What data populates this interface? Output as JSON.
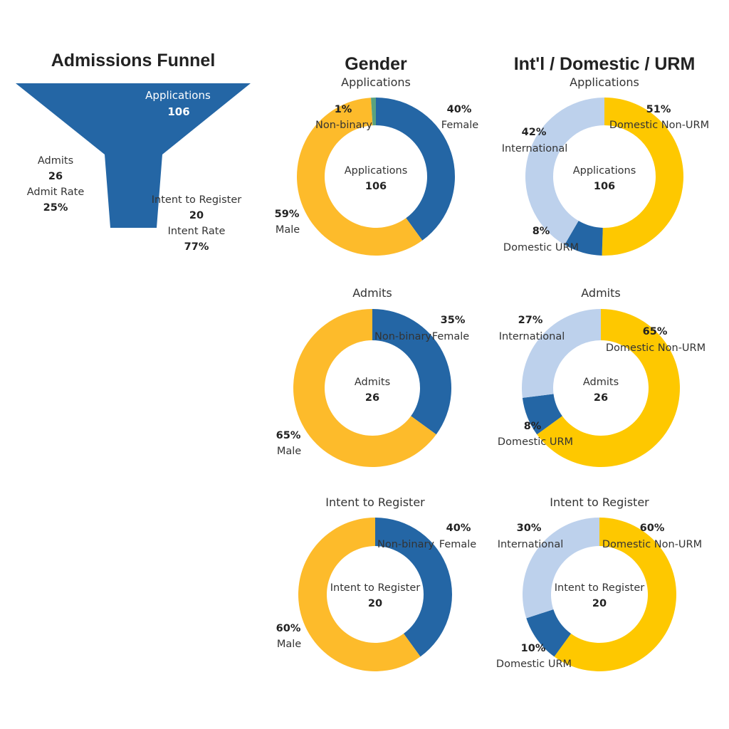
{
  "colors": {
    "blue": "#2466a5",
    "gold": "#fdbb2b",
    "yellow": "#fec800",
    "lightblue": "#bdd1ec",
    "teal": "#5aa27f",
    "text": "#333333"
  },
  "headings": {
    "funnel": "Admissions Funnel",
    "gender": "Gender",
    "intl": "Int'l / Domestic / URM"
  },
  "chart_data": [
    {
      "type": "funnel",
      "title": "Admissions Funnel",
      "stages": [
        {
          "name": "Applications",
          "value": 106
        },
        {
          "name": "Admits",
          "value": 26,
          "rate_label": "Admit Rate",
          "rate": "25%"
        },
        {
          "name": "Intent to Register",
          "value": 20,
          "rate_label": "Intent Rate",
          "rate": "77%"
        }
      ]
    },
    {
      "type": "pie",
      "group": "Gender",
      "title": "Applications",
      "center_label": "Applications",
      "center_value": "106",
      "slices": [
        {
          "name": "Female",
          "value": 40,
          "label": "40%",
          "color": "blue"
        },
        {
          "name": "Male",
          "value": 59,
          "label": "59%",
          "color": "gold"
        },
        {
          "name": "Non-binary",
          "value": 1,
          "label": "1%",
          "color": "teal"
        }
      ]
    },
    {
      "type": "pie",
      "group": "Int'l / Domestic / URM",
      "title": "Applications",
      "center_label": "Applications",
      "center_value": "106",
      "slices": [
        {
          "name": "Domestic Non-URM",
          "value": 51,
          "label": "51%",
          "color": "yellow"
        },
        {
          "name": "Domestic URM",
          "value": 8,
          "label": "8%",
          "color": "blue"
        },
        {
          "name": "International",
          "value": 42,
          "label": "42%",
          "color": "lightblue"
        }
      ]
    },
    {
      "type": "pie",
      "group": "Gender",
      "title": "Admits",
      "center_label": "Admits",
      "center_value": "26",
      "slices": [
        {
          "name": "Female",
          "value": 35,
          "label": "35%",
          "color": "blue"
        },
        {
          "name": "Male",
          "value": 65,
          "label": "65%",
          "color": "gold"
        },
        {
          "name": "Non-binary",
          "value": 0,
          "label": "",
          "color": "teal"
        }
      ]
    },
    {
      "type": "pie",
      "group": "Int'l / Domestic / URM",
      "title": "Admits",
      "center_label": "Admits",
      "center_value": "26",
      "slices": [
        {
          "name": "Domestic Non-URM",
          "value": 65,
          "label": "65%",
          "color": "yellow"
        },
        {
          "name": "Domestic URM",
          "value": 8,
          "label": "8%",
          "color": "blue"
        },
        {
          "name": "International",
          "value": 27,
          "label": "27%",
          "color": "lightblue"
        }
      ]
    },
    {
      "type": "pie",
      "group": "Gender",
      "title": "Intent to Register",
      "center_label": "Intent to Register",
      "center_value": "20",
      "slices": [
        {
          "name": "Female",
          "value": 40,
          "label": "40%",
          "color": "blue"
        },
        {
          "name": "Male",
          "value": 60,
          "label": "60%",
          "color": "gold"
        },
        {
          "name": "Non-binary",
          "value": 0,
          "label": "",
          "color": "teal"
        }
      ]
    },
    {
      "type": "pie",
      "group": "Int'l / Domestic / URM",
      "title": "Intent to Register",
      "center_label": "Intent to Register",
      "center_value": "20",
      "slices": [
        {
          "name": "Domestic Non-URM",
          "value": 60,
          "label": "60%",
          "color": "yellow"
        },
        {
          "name": "Domestic URM",
          "value": 10,
          "label": "10%",
          "color": "blue"
        },
        {
          "name": "International",
          "value": 30,
          "label": "30%",
          "color": "lightblue"
        }
      ]
    }
  ]
}
